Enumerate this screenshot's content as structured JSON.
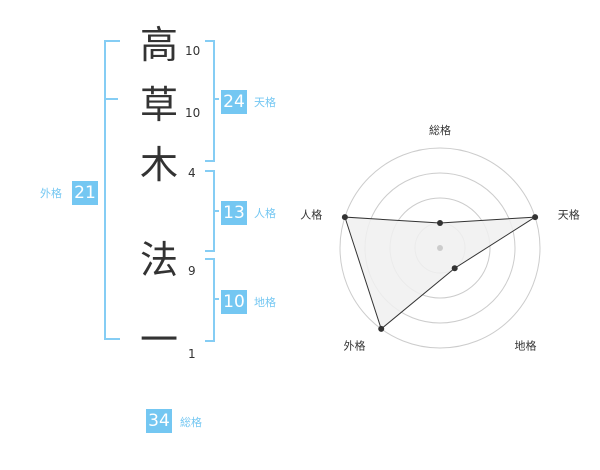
{
  "name": {
    "chars": [
      {
        "char": "高",
        "strokes": "10"
      },
      {
        "char": "草",
        "strokes": "10"
      },
      {
        "char": "木",
        "strokes": "4"
      },
      {
        "char": "法",
        "strokes": "9"
      },
      {
        "char": "一",
        "strokes": "1"
      }
    ]
  },
  "kaku": {
    "tenkaku": {
      "value": "24",
      "label": "天格"
    },
    "jinkaku": {
      "value": "13",
      "label": "人格"
    },
    "chikaku": {
      "value": "10",
      "label": "地格"
    },
    "gaikaku": {
      "value": "21",
      "label": "外格"
    },
    "soukaku": {
      "value": "34",
      "label": "総格"
    }
  },
  "radar": {
    "axes": [
      "総格",
      "天格",
      "地格",
      "外格",
      "人格"
    ],
    "levels": 4,
    "values": [
      1,
      4,
      1,
      4,
      4
    ],
    "max": 4,
    "colors": {
      "fill": "#f0f0f0",
      "stroke": "#333333",
      "ring": "#cccccc",
      "accent": "#74c7f2"
    }
  }
}
